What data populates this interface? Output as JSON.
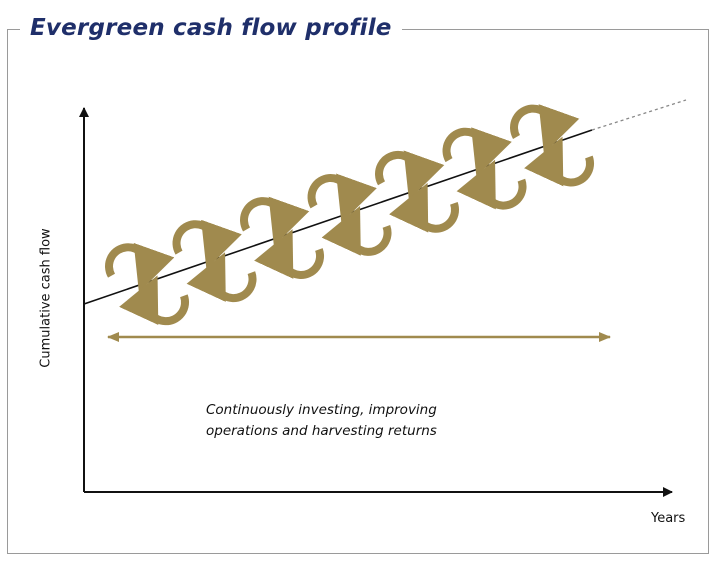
{
  "title": "Evergreen cash flow profile",
  "y_axis_label": "Cumulative cash flow",
  "x_axis_label": "Years",
  "annotation_lines": [
    "Continuously investing, improving",
    "operations and harvesting returns"
  ],
  "colors": {
    "title": "#1f2f6a",
    "gold": "#a08a4e",
    "axis": "#111111",
    "frame": "#9a9a9a"
  },
  "cycle_count": 7
}
